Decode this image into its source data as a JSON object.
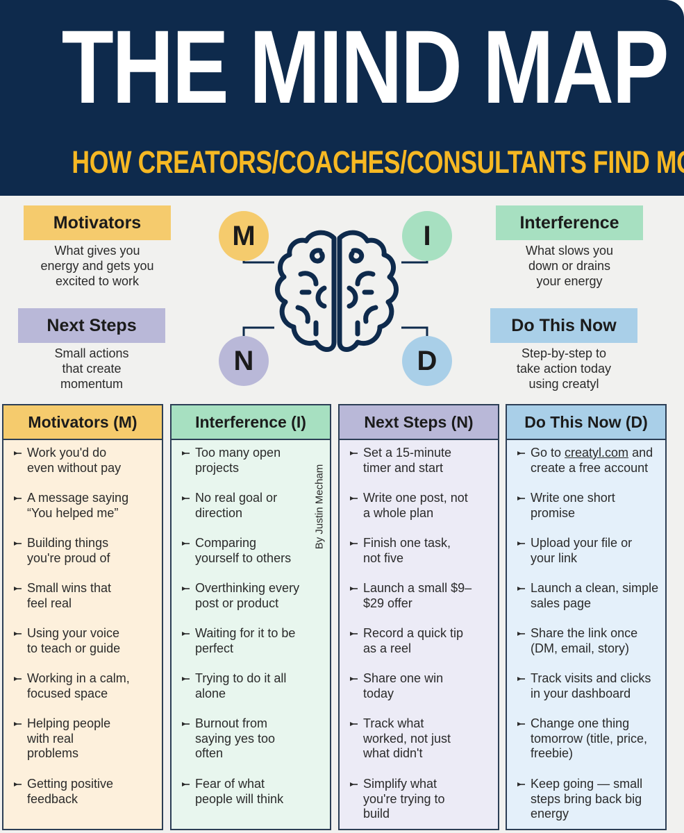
{
  "title": "THE MIND MAP",
  "subtitle": "HOW CREATORS/COACHES/CONSULTANTS FIND MOTIVATION",
  "credit": "By Justin Mecham",
  "colors": {
    "header": "#0e2a4c",
    "accent_title": "#f6b823",
    "m": "#f5cb6d",
    "i": "#a7e0c1",
    "n": "#b9b8d8",
    "d": "#a9cfe8",
    "m_col_bg": "#fdf0dc",
    "i_col_bg": "#e8f6ee",
    "n_col_bg": "#ecebf6",
    "d_col_bg": "#e4f0fa",
    "brain": "#0e2a4c"
  },
  "quadrants": {
    "m": {
      "letter": "M",
      "label": "Motivators",
      "desc": "What gives you\nenergy and gets you\nexcited to work"
    },
    "i": {
      "letter": "I",
      "label": "Interference",
      "desc": "What slows you\ndown or drains\nyour energy"
    },
    "n": {
      "letter": "N",
      "label": "Next Steps",
      "desc": "Small actions\nthat create\nmomentum"
    },
    "d": {
      "letter": "D",
      "label": "Do This Now",
      "desc": "Step-by-step to\ntake action today\nusing creatyl"
    }
  },
  "columns": [
    {
      "heading": "Motivators (M)",
      "items": [
        "Work you'd do\neven without pay",
        "A message saying\n“You helped me”",
        "Building things\nyou're proud of",
        "Small wins that\nfeel real",
        "Using your voice\nto teach or guide",
        "Working in a calm,\nfocused space",
        "Helping people\nwith real\nproblems",
        "Getting positive\nfeedback"
      ]
    },
    {
      "heading": "Interference (I)",
      "items": [
        "Too many open\nprojects",
        "No real goal or\ndirection",
        "Comparing\nyourself to others",
        "Overthinking every\npost or product",
        "Waiting for it to be\nperfect",
        "Trying to do it all\nalone",
        "Burnout from\nsaying yes too\noften",
        "Fear of what\npeople will think"
      ]
    },
    {
      "heading": "Next Steps (N)",
      "items": [
        "Set a 15-minute\ntimer and start",
        "Write one post, not\na whole plan",
        "Finish one task,\nnot five",
        "Launch a small $9–\n$29 offer",
        "Record a quick tip\nas a reel",
        "Share one win\ntoday",
        "Track what\nworked, not just\nwhat didn't",
        "Simplify what\nyou're trying to\nbuild"
      ]
    },
    {
      "heading": "Do This Now (D)",
      "items": [
        "Go to creatyl.com and\ncreate a free account",
        "Write one short\npromise",
        "Upload your file or\nyour link",
        "Launch a clean, simple\nsales page",
        "Share the link once\n(DM, email, story)",
        "Track visits and clicks\nin your dashboard",
        "Change one thing\ntomorrow (title, price,\nfreebie)",
        "Keep going — small\nsteps bring back big\nenergy"
      ]
    }
  ]
}
